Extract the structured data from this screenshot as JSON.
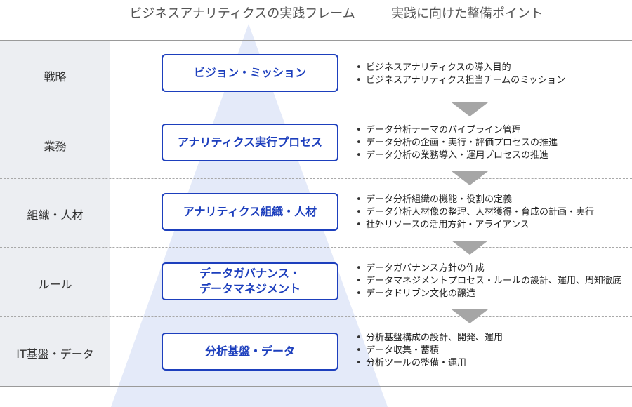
{
  "header": {
    "left": "ビジネスアナリティクスの実践フレーム",
    "right": "実践に向けた整備ポイント"
  },
  "rows": [
    {
      "label": "戦略",
      "layer": [
        "ビジョン・ミッション"
      ],
      "points": [
        "ビジネスアナリティクスの導入目的",
        "ビジネスアナリティクス担当チームのミッション"
      ]
    },
    {
      "label": "業務",
      "layer": [
        "アナリティクス実行プロセス"
      ],
      "points": [
        "データ分析テーマのパイプライン管理",
        "データ分析の企画・実行・評価プロセスの推進",
        "データ分析の業務導入・運用プロセスの推進"
      ]
    },
    {
      "label": "組織・人材",
      "layer": [
        "アナリティクス組織・人材"
      ],
      "points": [
        "データ分析組織の機能・役割の定義",
        "データ分析人材像の整理、人材獲得・育成の計画・実行",
        "社外リソースの活用方針・アライアンス"
      ]
    },
    {
      "label": "ルール",
      "layer": [
        "データガバナンス・",
        "データマネジメント"
      ],
      "points": [
        "データガバナンス方針の作成",
        "データマネジメントプロセス・ルールの設計、運用、周知徹底",
        "データドリブン文化の醸造"
      ]
    },
    {
      "label": "IT基盤・データ",
      "layer": [
        "分析基盤・データ"
      ],
      "points": [
        "分析基盤構成の設計、開発、運用",
        "データ収集・蓄積",
        "分析ツールの整備・運用"
      ]
    }
  ],
  "colors": {
    "box_border": "#1d3fbd",
    "box_text": "#1d3fbd",
    "pyramid_fill": "#dfe6f8",
    "label_band": "#eceef2",
    "arrow": "#a6a6a6"
  }
}
